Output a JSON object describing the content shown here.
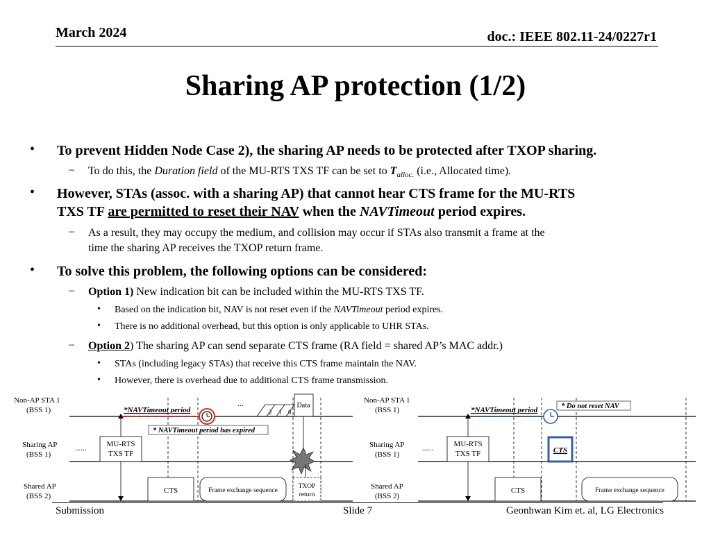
{
  "header": {
    "date": "March 2024",
    "doc": "doc.: IEEE 802.11-24/0227r1"
  },
  "title": "Sharing AP protection (1/2)",
  "bullets": {
    "b1": "To prevent Hidden Node Case 2), the sharing AP needs to be protected after TXOP sharing.",
    "b1_sub": {
      "pre": "To do this, the ",
      "em": "Duration field",
      "mid": " of the MU-RTS TXS TF can be set to ",
      "sym": "T",
      "sub": "alloc.",
      "post": " (i.e., Allocated time)."
    },
    "b2": {
      "l1": "However, STAs (assoc. with a sharing AP) that cannot hear CTS frame for the MU-RTS",
      "l2a": "TXS TF ",
      "l2u": "are permitted to reset their NAV",
      "l2b": " when the ",
      "l2em": "NAVTimeout",
      "l2c": " period expires."
    },
    "b2_sub": {
      "l1": "As a result, they may occupy the medium, and collision may occur if STAs also transmit a frame at the",
      "l2": "time the sharing AP receives the TXOP return frame."
    },
    "b3": "To solve this problem, the following options can be considered:",
    "opt1": {
      "label": "Option 1)",
      "text": " New indication bit can be included within the MU-RTS TXS TF."
    },
    "opt1_items": [
      {
        "pre": "Based on the indication bit, NAV is not reset even if the ",
        "em": "NAVTimeout",
        "post": " period expires."
      },
      {
        "text": "There is no additional overhead, but this option is only applicable to UHR STAs."
      }
    ],
    "opt2": {
      "label": "Option 2",
      "paren": ")",
      "text": " The sharing AP can send separate CTS frame (RA field = shared AP’s MAC addr.)"
    },
    "opt2_items": [
      "STAs (including legacy STAs) that receive this CTS frame maintain the NAV.",
      "However, there is overhead due to additional CTS frame transmission."
    ]
  },
  "diagram_left": {
    "row1": [
      "Non-AP STA 1",
      "(BSS 1)"
    ],
    "row2": [
      "Sharing AP",
      "(BSS 1)"
    ],
    "row3": [
      "Shared AP",
      "(BSS 2)"
    ],
    "dots": "......",
    "ellipsis": "...",
    "nav_timeout": "*NAVTimeout period",
    "expired": "* NAVTimeout period has expired",
    "backoff": [
      "2",
      "1",
      "0"
    ],
    "data": "Data",
    "mu_rts": [
      "MU-RTS",
      "TXS TF"
    ],
    "cts": "CTS",
    "fes": "Frame exchange sequence",
    "txop": [
      "TXOP",
      "return"
    ]
  },
  "diagram_right": {
    "row1": [
      "Non-AP STA 1",
      "(BSS 1)"
    ],
    "row2": [
      "Sharing AP",
      "(BSS 1)"
    ],
    "row3": [
      "Shared AP",
      "(BSS 2)"
    ],
    "dots": "......",
    "nav_timeout": "*NAVTimeout period",
    "no_reset": "* Do not reset NAV",
    "mu_rts": [
      "MU-RTS",
      "TXS TF"
    ],
    "cts_sharing": "CTS",
    "cts": "CTS",
    "fes": "Frame exchange sequence"
  },
  "footer": {
    "left": "Submission",
    "center": "Slide 7",
    "right": "Geonhwan Kim et. al, LG Electronics"
  },
  "colors": {
    "red": "#e02020",
    "blue": "#2e5b9a",
    "navy": "#3a5f9f"
  }
}
